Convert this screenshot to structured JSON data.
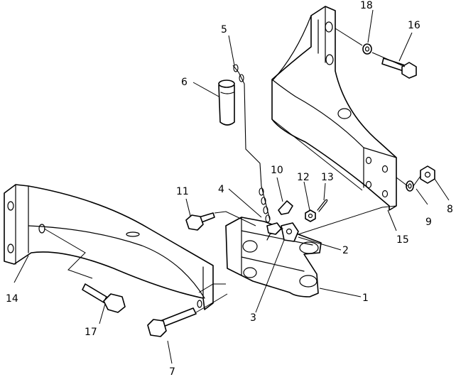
{
  "callouts": [
    {
      "number": "1"
    },
    {
      "number": "2"
    },
    {
      "number": "3"
    },
    {
      "number": "4"
    },
    {
      "number": "5"
    },
    {
      "number": "6"
    },
    {
      "number": "7"
    },
    {
      "number": "8"
    },
    {
      "number": "9"
    },
    {
      "number": "10"
    },
    {
      "number": "11"
    },
    {
      "number": "12"
    },
    {
      "number": "13"
    },
    {
      "number": "14"
    },
    {
      "number": "15"
    },
    {
      "number": "16"
    },
    {
      "number": "17"
    },
    {
      "number": "18"
    }
  ],
  "colors": {
    "line": "#000000",
    "background": "#ffffff"
  }
}
